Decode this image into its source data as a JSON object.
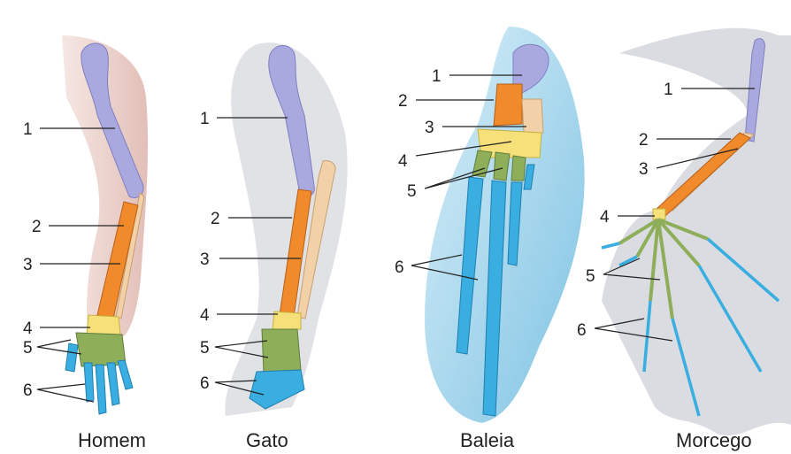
{
  "panels": [
    {
      "caption": "Homem",
      "labels": [
        "1",
        "2",
        "3",
        "4",
        "5",
        "6"
      ]
    },
    {
      "caption": "Gato",
      "labels": [
        "1",
        "2",
        "3",
        "4",
        "5",
        "6"
      ]
    },
    {
      "caption": "Baleia",
      "labels": [
        "1",
        "2",
        "3",
        "4",
        "5",
        "6"
      ]
    },
    {
      "caption": "Morcego",
      "labels": [
        "1",
        "2",
        "3",
        "4",
        "5",
        "6"
      ]
    }
  ],
  "colors": {
    "humerus": "#a9a9e0",
    "radius": "#f08a2a",
    "ulna": "#f2d0a8",
    "carpals": "#f5e07a",
    "metacarpals": "#8fae5a",
    "phalanges": "#3aaee0",
    "human_skin": "#e8c8c0",
    "cat_fur": "#dcdde2",
    "whale_flipper": "#8ecbe6",
    "bat_wing": "#d6d8de"
  }
}
